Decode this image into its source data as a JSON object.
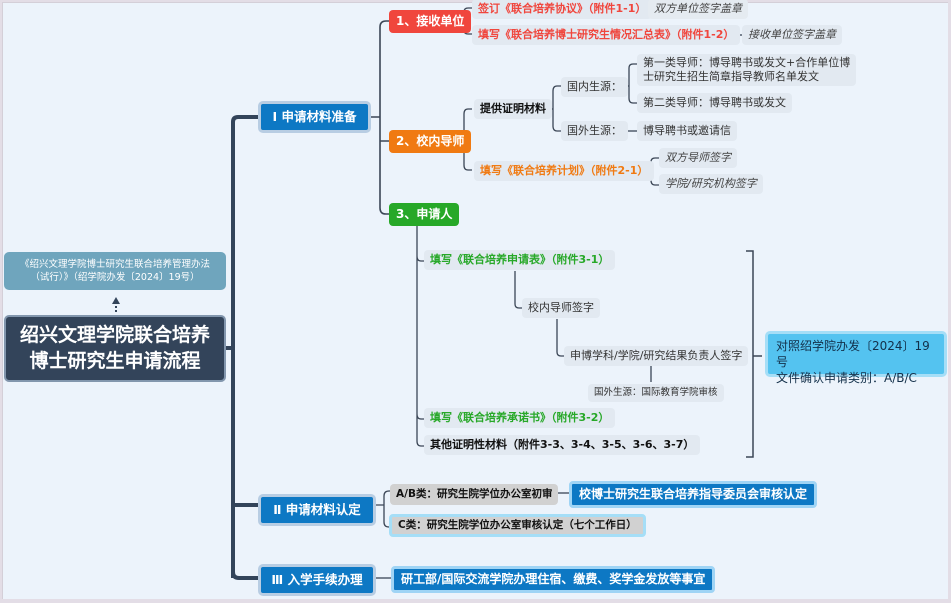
{
  "title": "绍兴文理学院联合培养博士研究生申请流程",
  "title_lines": [
    "绍兴文理学院联合培养",
    "博士研究生申请流程"
  ],
  "reference": "《绍兴文理学院博士研究生联合培养管理办法（试行）》（绍学院办发〔2024〕19号）",
  "colors": {
    "background": "#ecf3fb",
    "title_box": "#33445a",
    "main_blue": "#0d78c4",
    "red": "#f0463d",
    "orange": "#f07a12",
    "green": "#27a828",
    "cyan": "#54c3f0",
    "gray": "#d1d1d1",
    "connector": "#3b4656"
  },
  "sections": {
    "s1": {
      "label": "Ⅰ 申请材料准备",
      "receiving_unit": {
        "label": "1、接收单位",
        "items": [
          {
            "label": "签订《联合培养协议》（附件1-1）",
            "note": "双方单位签字盖章"
          },
          {
            "label": "填写《联合培养博士研究生情况汇总表》（附件1-2）",
            "note": "接收单位签字盖章"
          }
        ]
      },
      "internal_supervisor": {
        "label": "2、校内导师",
        "proof": {
          "label": "提供证明材料",
          "domestic": {
            "label": "国内生源：",
            "items": [
              "第一类导师：博导聘书或发文+合作单位博士研究生招生简章指导教师名单发文",
              "第二类导师：博导聘书或发文"
            ],
            "item1_lines": [
              "第一类导师：博导聘书或发文+合作单位博",
              "士研究生招生简章指导教师名单发文"
            ]
          },
          "foreign": {
            "label": "国外生源：",
            "item": "博导聘书或邀请信"
          }
        },
        "plan": {
          "label": "填写《联合培养计划》（附件2-1）",
          "notes": [
            "双方导师签字",
            "学院/研究机构签字"
          ]
        }
      },
      "applicant": {
        "label": "3、申请人",
        "items": [
          {
            "label": "填写《联合培养申请表》（附件3-1）"
          },
          {
            "label": "校内导师签字"
          },
          {
            "label": "申博学科/学院/研究结果负责人签字"
          },
          {
            "label": "国外生源：国际教育学院审核"
          },
          {
            "label": "填写《联合培养承诺书》（附件3-2）"
          },
          {
            "label": "其他证明性材料（附件3-3、3-4、3-5、3-6、3-7）"
          }
        ],
        "summary_lines": [
          "对照绍学院办发〔2024〕19号",
          "文件确认申请类别：A/B/C"
        ]
      }
    },
    "s2": {
      "label": "Ⅱ 申请材料认定",
      "ab": {
        "label": "A/B类：研究生院学位办公室初审",
        "next": "校博士研究生联合培养指导委员会审核认定"
      },
      "c": {
        "label": "C类：研究生院学位办公室审核认定（七个工作日）"
      }
    },
    "s3": {
      "label": "Ⅲ 入学手续办理",
      "item": "研工部/国际交流学院办理住宿、缴费、奖学金发放等事宜"
    }
  }
}
